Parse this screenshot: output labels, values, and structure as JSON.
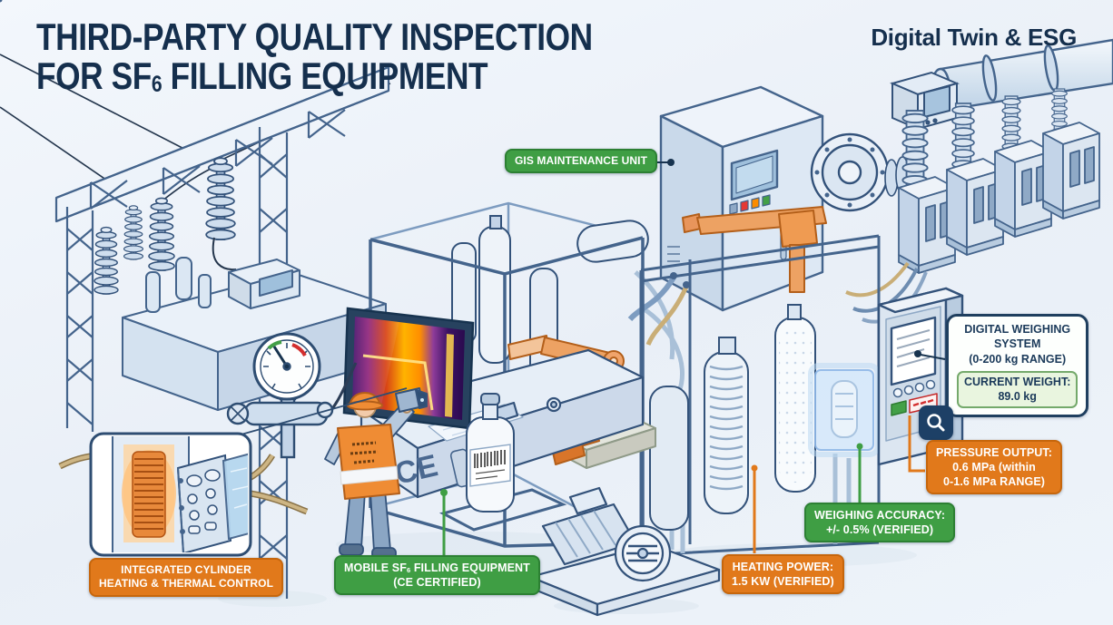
{
  "header": {
    "title_line1": "THIRD-PARTY QUALITY INSPECTION",
    "title_line2_pre": "FOR SF",
    "title_line2_sub": "6",
    "title_line2_post": " FILLING EQUIPMENT",
    "corner_tag": "Digital Twin & ESG"
  },
  "callouts": {
    "gis_unit": {
      "text": "GIS MAINTENANCE UNIT"
    },
    "digital_weighing": {
      "line1": "DIGITAL WEIGHING",
      "line2": "SYSTEM",
      "line3": "(0-200 kg RANGE)",
      "current_weight_label": "CURRENT WEIGHT:",
      "current_weight_value": "89.0 kg"
    },
    "pressure_output": {
      "line1": "PRESSURE OUTPUT:",
      "line2": "0.6 MPa (within",
      "line3": "0-1.6 MPa RANGE)"
    },
    "weighing_accuracy": {
      "line1": "WEIGHING ACCURACY:",
      "line2": "+/- 0.5% (VERIFIED)"
    },
    "heating_power": {
      "line1": "HEATING POWER:",
      "line2": "1.5 KW (VERIFIED)"
    },
    "mobile_filling": {
      "line1_pre": "MOBILE SF",
      "line1_sub": "6",
      "line1_post": " FILLING EQUIPMENT",
      "line2": "(CE CERTIFIED)"
    },
    "cylinder_heating": {
      "line1": "INTEGRATED CYLINDER",
      "line2": "HEATING & THERMAL CONTROL"
    }
  },
  "equipment": {
    "ce_mark": "CE"
  },
  "icons": {
    "magnifier": "magnifier-icon"
  },
  "colors": {
    "label_green": "#3f9e44",
    "label_orange": "#e1791b",
    "navy": "#17334f",
    "machine_orange": "#eda263"
  }
}
